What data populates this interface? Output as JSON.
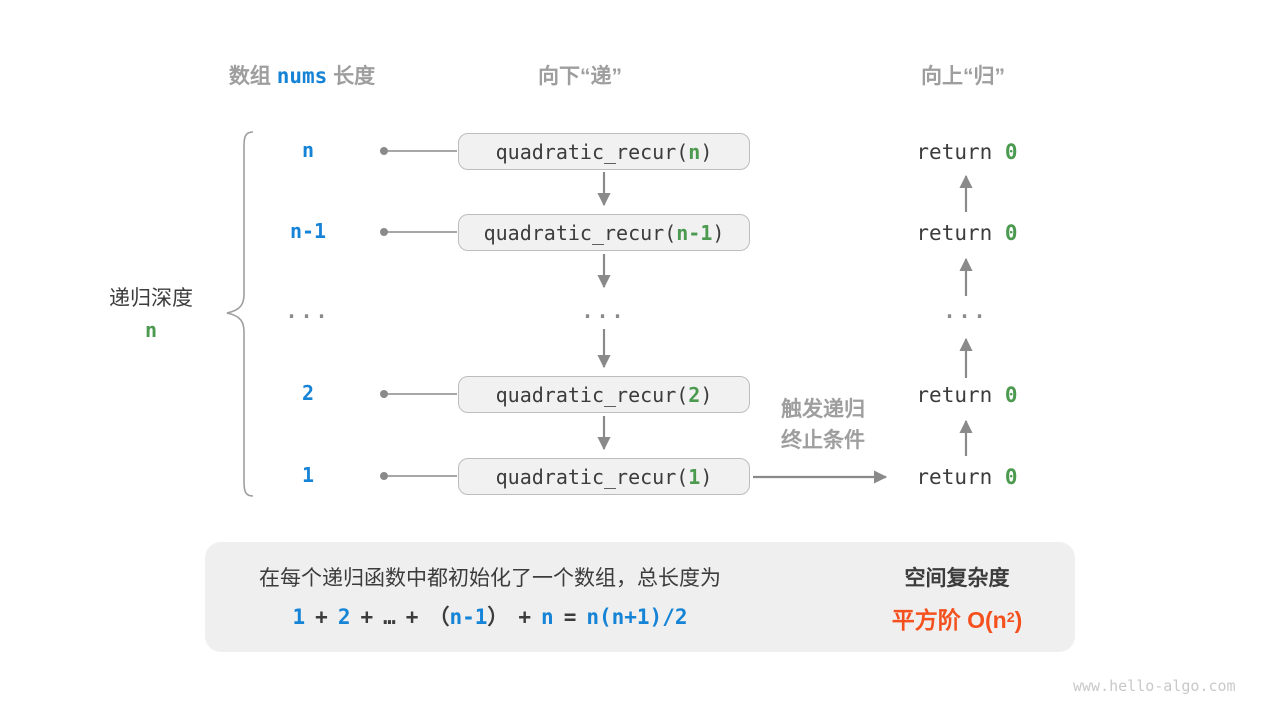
{
  "colors": {
    "blue": "#1583D6",
    "green": "#4C9A50",
    "orange": "#F4511E",
    "gray-text": "#9E9E9E",
    "dark": "#3C3C3C"
  },
  "headers": {
    "left_prefix": "数组 ",
    "left_code": "nums",
    "left_suffix": " 长度",
    "middle": "向下“递”",
    "right": "向上“归”"
  },
  "depth": {
    "label": "递归深度",
    "value": "n"
  },
  "code": {
    "fn_open": "quadratic_recur(",
    "fn_close": ")",
    "return_kw": "return ",
    "return_val": "0"
  },
  "rows": [
    {
      "label": "n",
      "param": "n"
    },
    {
      "label": "n-1",
      "param": "n-1"
    },
    {
      "label": "2",
      "param": "2"
    },
    {
      "label": "1",
      "param": "1"
    }
  ],
  "ellipsis": {
    "left": "...",
    "middle": "...",
    "right": "..."
  },
  "trigger": {
    "line1": "触发递归",
    "line2": "终止条件"
  },
  "summary": {
    "line1": "在每个递归函数中都初始化了一个数组，总长度为",
    "formula": {
      "n1": "1",
      "p1": "+",
      "n2": "2",
      "p2": "+",
      "dots": "…",
      "p3": "+",
      "lp": "（",
      "n3": "n-1",
      "rp": "）",
      "p4": "+",
      "n4": "n",
      "eq": "=",
      "res": "n(n+1)/2"
    },
    "complexity_title": "空间复杂度",
    "complexity_pre": "平方阶 O(n",
    "complexity_sup": "2",
    "complexity_post": ")"
  },
  "watermark": "www.hello-algo.com"
}
